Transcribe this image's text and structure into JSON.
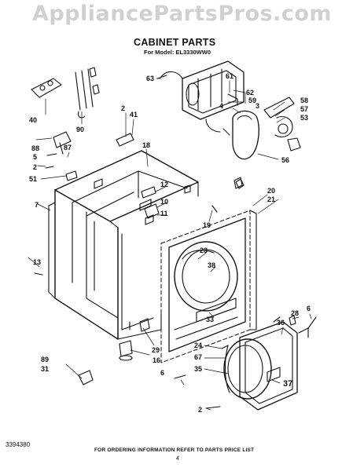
{
  "watermark": "AppliancePartsPros.com",
  "header": {
    "title": "CABINET PARTS",
    "model_line": "For Model: EL3330WW0"
  },
  "footer": {
    "ordering_note": "FOR ORDERING INFORMATION REFER TO PARTS PRICE LIST",
    "part_number": "3394380",
    "page_number": "4"
  },
  "callouts": [
    "63",
    "61",
    "62",
    "3",
    "59",
    "58",
    "57",
    "53",
    "56",
    "40",
    "90",
    "2",
    "41",
    "88",
    "5",
    "87",
    "18",
    "2",
    "51",
    "12",
    "10",
    "11",
    "7",
    "20",
    "21",
    "19",
    "13",
    "23",
    "38",
    "33",
    "6",
    "28",
    "36",
    "29",
    "16",
    "89",
    "31",
    "24",
    "67",
    "35",
    "37",
    "6",
    "2",
    "4"
  ]
}
